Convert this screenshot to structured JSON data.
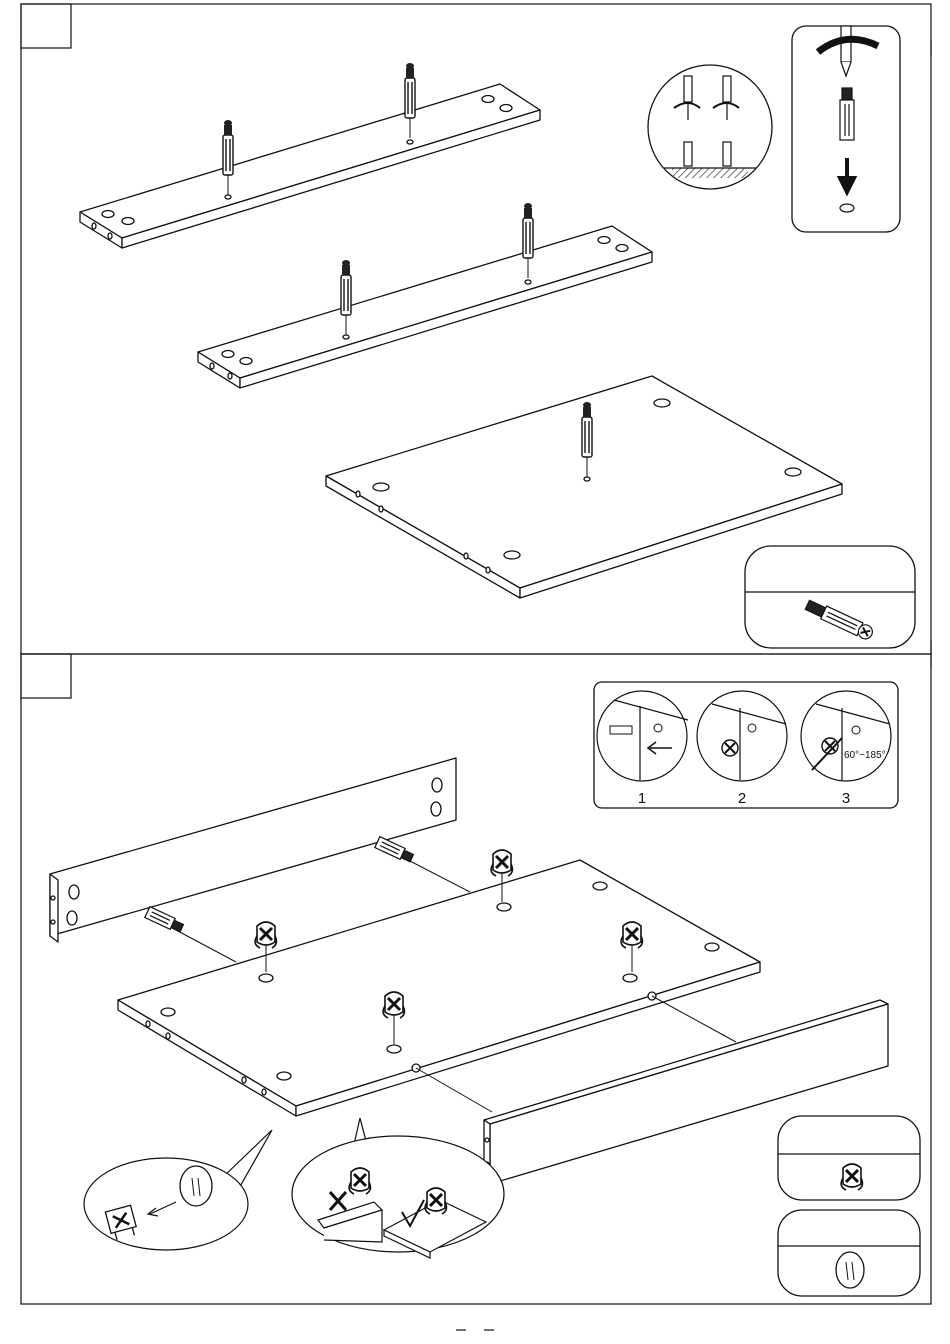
{
  "document": {
    "title": "",
    "page_number": ""
  },
  "steps": [
    {
      "id": "step-a",
      "number": ""
    },
    {
      "id": "step-b",
      "number": ""
    }
  ],
  "insets": {
    "cam_lock_sequence": [
      {
        "label": "1"
      },
      {
        "label": "2"
      },
      {
        "label": "3"
      }
    ],
    "rotation_angle": "60°~185°"
  },
  "icons": [
    "screwdriver-icon",
    "rotate-arrow-icon",
    "down-arrow-icon",
    "cam-bolt-icon",
    "cam-lock-icon",
    "wood-dowel-icon",
    "cross-mark-icon",
    "check-mark-icon"
  ],
  "colors": {
    "line": "#111111",
    "paper": "#ffffff",
    "hatch": "#444444"
  }
}
